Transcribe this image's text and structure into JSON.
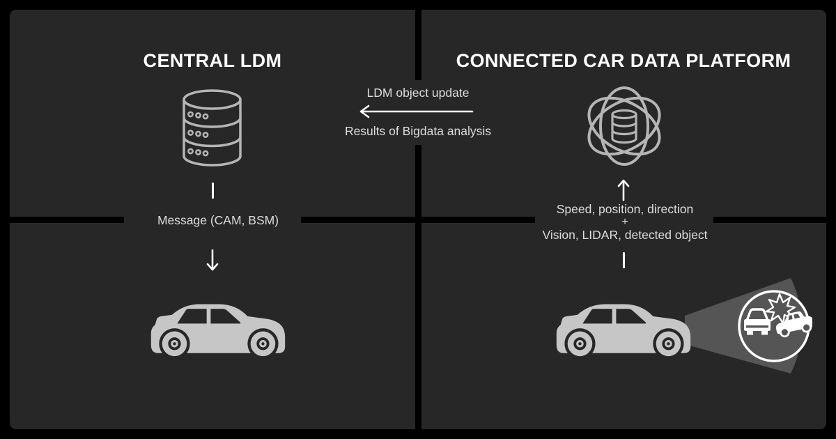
{
  "colors": {
    "background": "#000000",
    "panel": "#272727",
    "title": "#ffffff",
    "label": "#dcdcdc",
    "icon_stroke": "#b5b5b5",
    "vehicle_fill": "#c6c6c6",
    "cone_fill": "#555555",
    "alert_ring": "#ffffff"
  },
  "left": {
    "title": "CENTRAL LDM",
    "icon": "database-icon",
    "message_label": "Message (CAM, BSM)"
  },
  "right": {
    "title": "CONNECTED CAR DATA PLATFORM",
    "icon": "bigdata-platform-icon",
    "flow_line1": "Speed, position, direction",
    "flow_plus": "+",
    "flow_line2": "Vision, LIDAR, detected object"
  },
  "center": {
    "update_label": "LDM object update",
    "analysis_label": "Results of Bigdata analysis",
    "arrow_direction": "left"
  }
}
